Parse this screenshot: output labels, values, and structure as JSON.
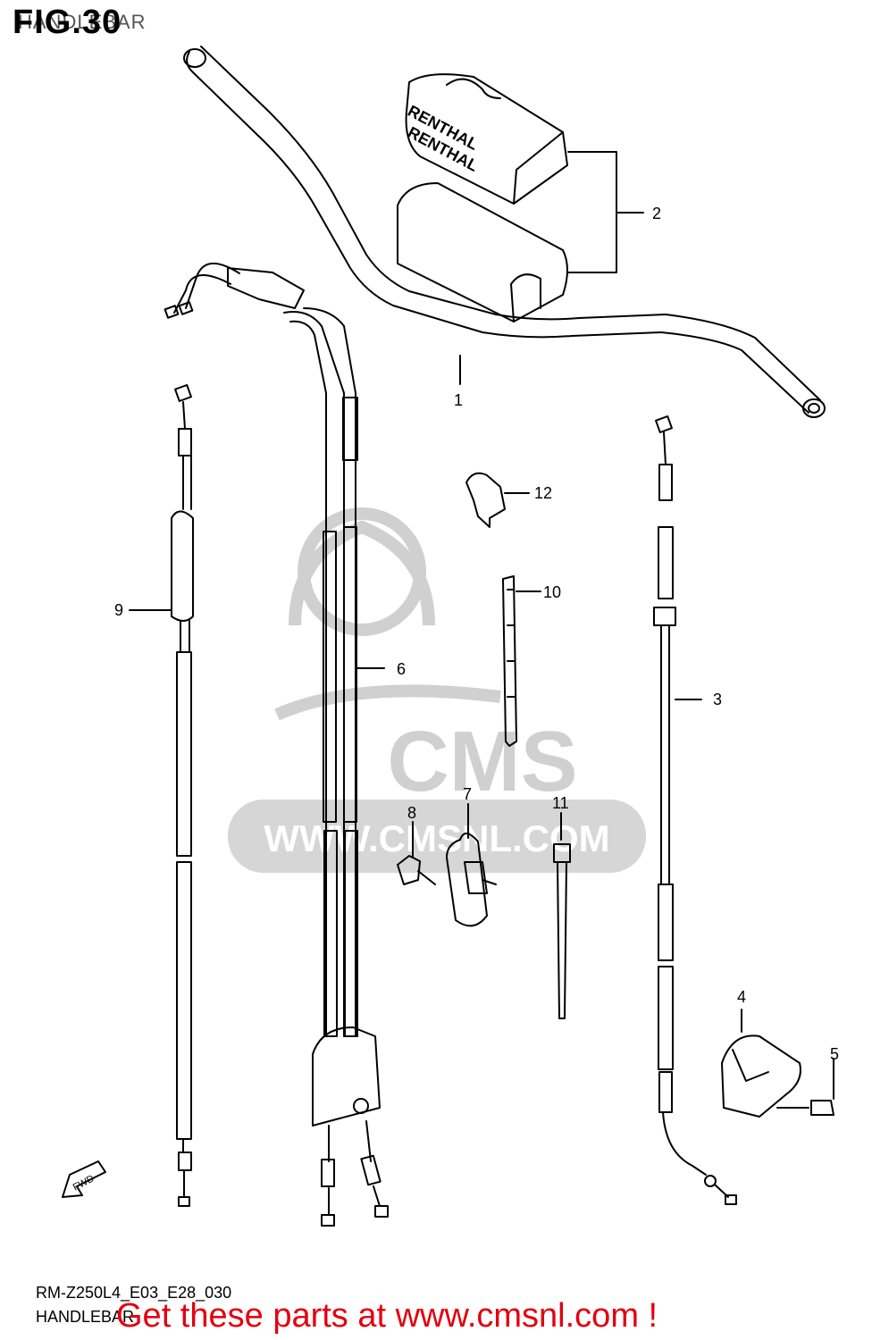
{
  "header": {
    "figure_number": "FIG.30",
    "subtitle": "HANDLEBAR"
  },
  "callouts": [
    "1",
    "2",
    "3",
    "4",
    "5",
    "6",
    "7",
    "8",
    "9",
    "10",
    "11",
    "12"
  ],
  "pad_brand": "RENTHAL",
  "fwd_label": "FWD",
  "watermark": {
    "brand": "CMS",
    "url": "WWW.CMSNL.COM"
  },
  "footer": {
    "diagram_code": "RM-Z250L4_E03_E28_030",
    "section_name": "HANDLEBAR",
    "promo": "Get these parts at www.cmsnl.com !"
  },
  "colors": {
    "line": "#000000",
    "watermark": "#c8c8c8",
    "promo": "#e3000f"
  }
}
